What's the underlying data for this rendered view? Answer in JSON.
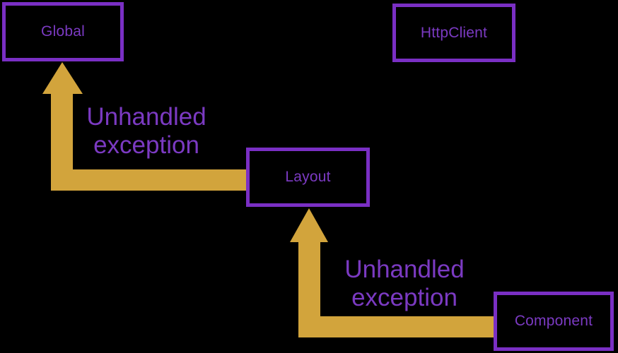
{
  "colors": {
    "background": "#000000",
    "purple_border": "#7a2fc4",
    "purple_text": "#7b3ac2",
    "gold": "#d2a43c"
  },
  "nodes": [
    {
      "id": "global",
      "label": "Global"
    },
    {
      "id": "httpclient",
      "label": "HttpClient"
    },
    {
      "id": "layout",
      "label": "Layout"
    },
    {
      "id": "component",
      "label": "Component"
    }
  ],
  "arrows": [
    {
      "id": "layout-to-global",
      "from": "Layout",
      "to": "Global",
      "label": "Unhandled exception",
      "lines": [
        "Unhandled",
        "exception"
      ]
    },
    {
      "id": "component-to-layout",
      "from": "Component",
      "to": "Layout",
      "label": "Unhandled exception",
      "lines": [
        "Unhandled",
        "exception"
      ]
    }
  ]
}
